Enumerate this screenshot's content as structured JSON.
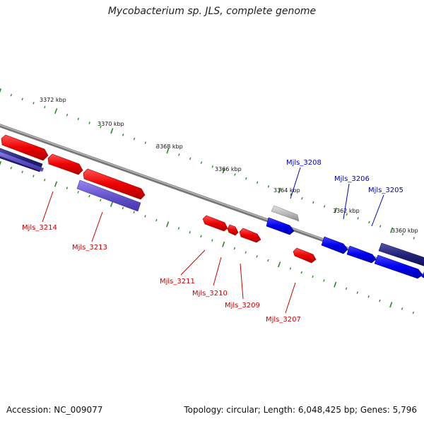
{
  "title": "Mycobacterium sp. JLS, complete genome",
  "footer": {
    "accession": "Accession: NC_009077",
    "summary": "Topology: circular; Length: 6,048,425 bp; Genes: 5,796"
  },
  "colors": {
    "forward": "#ff0000",
    "reverse": "#0000ff",
    "reverse_dark": "#1a1a88",
    "reverse_light": "#7766dd",
    "pseudo": "#bbbbbb",
    "backbone": "#888888",
    "ticks": "#2a8a2a",
    "label_red": "#cc0000",
    "label_blue": "#0000cc"
  },
  "scale_labels": [
    "3372 kbp",
    "3370 kbp",
    "3368 kbp",
    "3366 kbp",
    "3364 kbp",
    "3362 kbp",
    "3360 kbp"
  ],
  "gene_labels": [
    {
      "name": "Mjls_3214",
      "color": "red"
    },
    {
      "name": "Mjls_3213",
      "color": "red"
    },
    {
      "name": "Mjls_3211",
      "color": "red"
    },
    {
      "name": "Mjls_3210",
      "color": "red"
    },
    {
      "name": "Mjls_3209",
      "color": "red"
    },
    {
      "name": "Mjls_3207",
      "color": "red"
    },
    {
      "name": "Mjls_3208",
      "color": "blue"
    },
    {
      "name": "Mjls_3206",
      "color": "blue"
    },
    {
      "name": "Mjls_3205",
      "color": "blue"
    }
  ]
}
